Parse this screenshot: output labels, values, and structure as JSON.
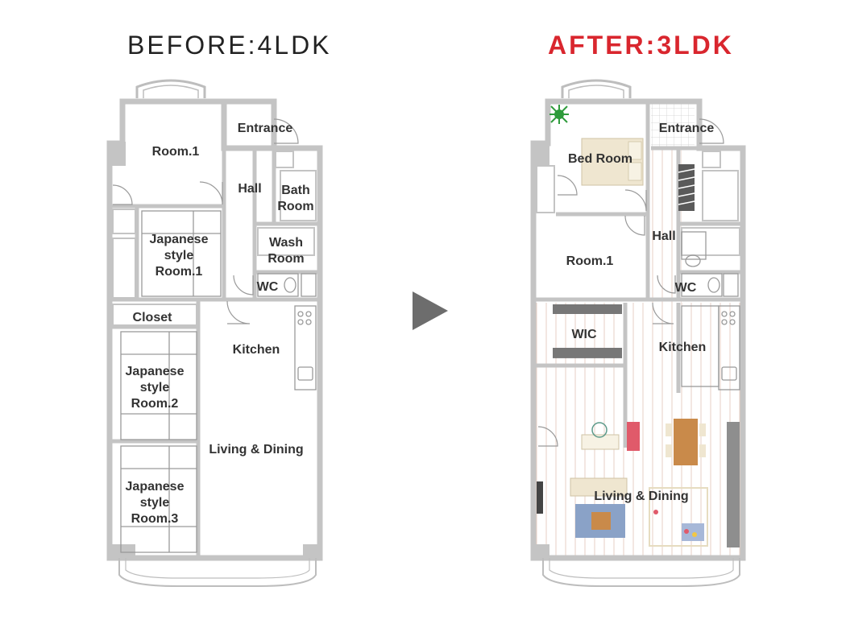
{
  "titles": {
    "before": "BEFORE:4LDK",
    "after": "AFTER:3LDK"
  },
  "before": {
    "room1": "Room.1",
    "entrance": "Entrance",
    "hall": "Hall",
    "bath": [
      "Bath",
      "Room"
    ],
    "wash": [
      "Wash",
      "Room"
    ],
    "wc": "WC",
    "jp1": [
      "Japanese",
      "style",
      "Room.1"
    ],
    "closet": "Closet",
    "kitchen": "Kitchen",
    "jp2": [
      "Japanese",
      "style",
      "Room.2"
    ],
    "living": "Living & Dining",
    "jp3": [
      "Japanese",
      "style",
      "Room.3"
    ]
  },
  "after": {
    "bedroom": "Bed Room",
    "entrance": "Entrance",
    "hall": "Hall",
    "room1": "Room.1",
    "wc": "WC",
    "wic": "WIC",
    "kitchen": "Kitchen",
    "living": "Living & Dining"
  },
  "colors": {
    "wall": "#bdbdbd",
    "accent": "#d9262e",
    "floor_stripe": "#e7cfc4",
    "arrow": "#6d6d6d"
  }
}
